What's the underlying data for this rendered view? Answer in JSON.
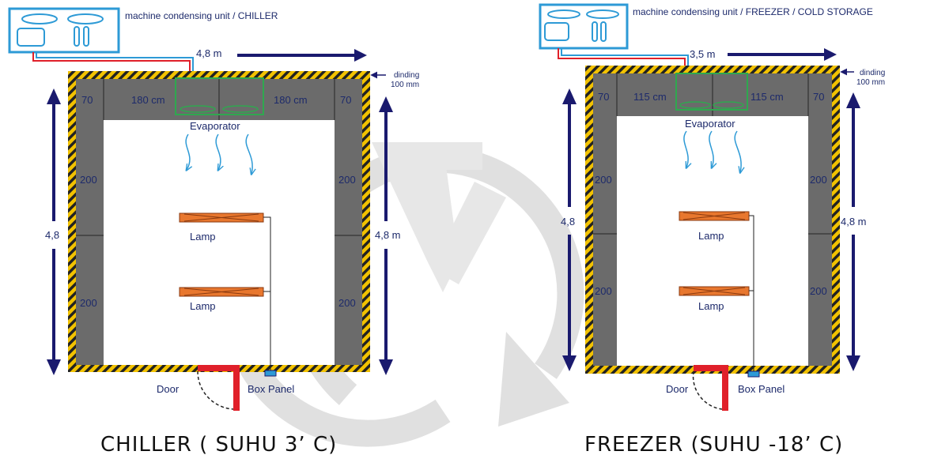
{
  "colors": {
    "wall_stripe_yellow": "#f2c200",
    "wall_stripe_dark": "#222222",
    "panel_gray": "#6b6b6b",
    "arrow_navy": "#1a1a6e",
    "evaporator_green": "#2fa84f",
    "lamp_orange": "#e8772e",
    "door_red": "#e0202a",
    "pipe_blue": "#2d9ad6",
    "box_panel_blue": "#2d9ad6",
    "watermark_gray": "#c8c8c8"
  },
  "watermark": {
    "icon": "recycle-logo-watermark"
  },
  "chiller": {
    "machine_label": "machine condensing unit / CHILLER",
    "pipe_length": "4,8 m",
    "dinding_label": "dinding",
    "dinding_size": "100 mm",
    "top_corner_left": "70",
    "top_left_span": "180 cm",
    "top_right_span": "180 cm",
    "top_corner_right": "70",
    "evaporator_label": "Evaporator",
    "left_upper": "200",
    "left_lower": "200",
    "right_upper": "200",
    "right_lower": "200",
    "left_dim": "4,8",
    "right_dim": "4,8 m",
    "lamp1": "Lamp",
    "lamp2": "Lamp",
    "door_label": "Door",
    "box_panel_label": "Box Panel",
    "caption": "CHILLER ( SUHU 3’ C)"
  },
  "freezer": {
    "machine_label": "machine condensing unit / FREEZER / COLD STORAGE",
    "pipe_length": "3,5 m",
    "dinding_label": "dinding",
    "dinding_size": "100 mm",
    "top_corner_left": "70",
    "top_left_span": "115 cm",
    "top_right_span": "115 cm",
    "top_corner_right": "70",
    "evaporator_label": "Evaporator",
    "left_upper": "200",
    "left_lower": "200",
    "right_upper": "200",
    "right_lower": "200",
    "left_dim": "4,8",
    "right_dim": "4,8 m",
    "lamp1": "Lamp",
    "lamp2": "Lamp",
    "door_label": "Door",
    "box_panel_label": "Box Panel",
    "caption": "FREEZER (SUHU -18’ C)"
  }
}
